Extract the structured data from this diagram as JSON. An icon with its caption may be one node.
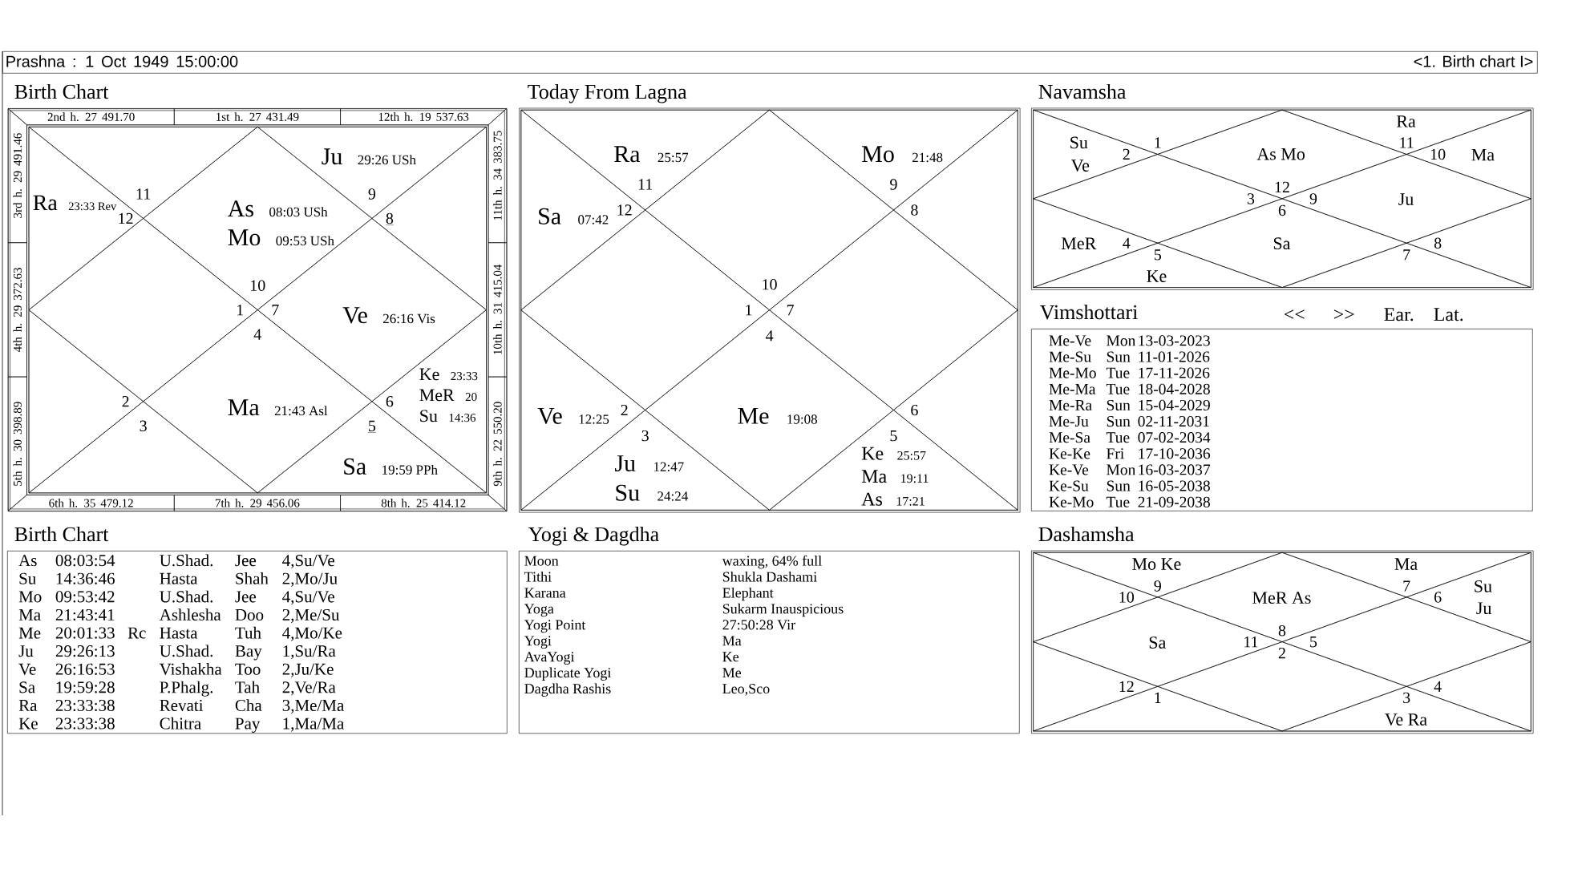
{
  "diagram": {
    "nodes": [
      {
        "text": [
          "Prashna : 1 Oct 1949 15:00:00",
          "<1. Birth chart I>"
        ]
      },
      {
        "text": [
          "Birth Chart"
        ]
      },
      {
        "text": [
          "2nd h. 27 491.70"
        ],
        "in": 1
      },
      {
        "text": [
          "1st h. 27 431.49"
        ],
        "in": 1
      },
      {
        "text": [
          "12th h. 19 537.63"
        ],
        "in": 1
      },
      {
        "text": [
          "3rd h. 29 491.46"
        ],
        "in": 1
      },
      {
        "text": [
          "11th h. 34 383.75"
        ],
        "in": 1
      },
      {
        "text": [
          "4th h. 29 372.63"
        ],
        "in": 1
      },
      {
        "text": [
          "10th h. 31 415.04"
        ],
        "in": 1
      },
      {
        "text": [
          "5th h. 30 398.89"
        ],
        "in": 1
      },
      {
        "text": [
          "9th h. 22 550.20"
        ],
        "in": 1
      },
      {
        "text": [
          "6th h. 35 479.12"
        ],
        "in": 1
      },
      {
        "text": [
          "7th h. 29 456.06"
        ],
        "in": 1
      },
      {
        "text": [
          "8th h. 25 414.12"
        ],
        "in": 1
      },
      {
        "text": [
          "As",
          "08:03 USh",
          "Mo",
          "09:53 USh",
          "10"
        ],
        "in": 1
      },
      {
        "text": [
          "11"
        ],
        "in": 1
      },
      {
        "text": [
          "Ra",
          "23:33 Rev",
          "12"
        ],
        "in": 1
      },
      {
        "text": [
          "1"
        ],
        "in": 1
      },
      {
        "text": [
          "2"
        ],
        "in": 1
      },
      {
        "text": [
          "3"
        ],
        "in": 1
      },
      {
        "text": [
          "4",
          "Ma",
          "21:43 Asl"
        ],
        "in": 1
      },
      {
        "text": [
          "5",
          "Sa",
          "19:59 PPh"
        ],
        "in": 1
      },
      {
        "text": [
          "Ke",
          "23:33",
          "6",
          "MeR",
          "20",
          "Su",
          "14:36"
        ],
        "in": 1
      },
      {
        "text": [
          "7",
          "Ve",
          "26:16 Vis"
        ],
        "in": 1
      },
      {
        "text": [
          "8"
        ],
        "in": 1
      },
      {
        "text": [
          "Ju",
          "29:26 USh",
          "9"
        ],
        "in": 1
      },
      {
        "text": [
          "Today From Lagna"
        ]
      },
      {
        "text": [
          "10"
        ],
        "in": 26
      },
      {
        "text": [
          "Ra",
          "25:57",
          "11"
        ],
        "in": 26
      },
      {
        "text": [
          "Sa",
          "07:42",
          "12"
        ],
        "in": 26
      },
      {
        "text": [
          "1"
        ],
        "in": 26
      },
      {
        "text": [
          "Ve",
          "12:25",
          "2"
        ],
        "in": 26
      },
      {
        "text": [
          "3",
          "Ju",
          "12:47",
          "Su",
          "24:24"
        ],
        "in": 26
      },
      {
        "text": [
          "4",
          "Me",
          "19:08"
        ],
        "in": 26
      },
      {
        "text": [
          "5",
          "Ke",
          "25:57",
          "Ma",
          "19:11",
          "As",
          "17:21"
        ],
        "in": 26
      },
      {
        "text": [
          "6"
        ],
        "in": 26
      },
      {
        "text": [
          "7"
        ],
        "in": 26
      },
      {
        "text": [
          "8"
        ],
        "in": 26
      },
      {
        "text": [
          "Mo",
          "21:48",
          "9"
        ],
        "in": 26
      },
      {
        "text": [
          "Navamsha"
        ]
      },
      {
        "text": [
          "As Mo",
          "12"
        ],
        "in": 39
      },
      {
        "text": [
          "1"
        ],
        "in": 39
      },
      {
        "text": [
          "Su",
          "2",
          "Ve"
        ],
        "in": 39
      },
      {
        "text": [
          "3"
        ],
        "in": 39
      },
      {
        "text": [
          "MeR",
          "4"
        ],
        "in": 39
      },
      {
        "text": [
          "5",
          "Ke"
        ],
        "in": 39
      },
      {
        "text": [
          "6",
          "Sa"
        ],
        "in": 39
      },
      {
        "text": [
          "7"
        ],
        "in": 39
      },
      {
        "text": [
          "8"
        ],
        "in": 39
      },
      {
        "text": [
          "9",
          "Ju"
        ],
        "in": 39
      },
      {
        "text": [
          "10",
          "Ma"
        ],
        "in": 39
      },
      {
        "text": [
          "Ra",
          "11"
        ],
        "in": 39
      },
      {
        "text": [
          "Vimshottari",
          "Me-Ve",
          "Mon",
          "13-03-2023",
          "Me-Su",
          "Sun",
          "11-01-2026",
          "Me-Mo",
          "Tue",
          "17-11-2026",
          "Me-Ma",
          "Tue",
          "18-04-2028",
          "Me-Ra",
          "Sun",
          "15-04-2029",
          "Me-Ju",
          "Sun",
          "02-11-2031",
          "Me-Sa",
          "Tue",
          "07-02-2034",
          "Ke-Ke",
          "Fri",
          "17-10-2036",
          "Ke-Ve",
          "Mon",
          "16-03-2037",
          "Ke-Su",
          "Sun",
          "16-05-2038",
          "Ke-Mo",
          "Tue",
          "21-09-2038"
        ]
      },
      {
        "text": [
          "Birth Chart",
          "As",
          "08:03:54",
          "U.Shad.",
          "Jee",
          "4,Su/Ve",
          "Su",
          "14:36:46",
          "Hasta",
          "Shah",
          "2,Mo/Ju",
          "Mo",
          "09:53:42",
          "U.Shad.",
          "Jee",
          "4,Su/Ve",
          "Ma",
          "21:43:41",
          "Ashlesha",
          "Doo",
          "2,Me/Su",
          "Me",
          "20:01:33",
          "Rc",
          "Hasta",
          "Tuh",
          "4,Mo/Ke",
          "Ju",
          "29:26:13",
          "U.Shad.",
          "Bay",
          "1,Su/Ra",
          "Ve",
          "26:16:53",
          "Vishakha",
          "Too",
          "2,Ju/Ke",
          "Sa",
          "19:59:28",
          "P.Phalg.",
          "Tah",
          "2,Ve/Ra",
          "Ra",
          "23:33:38",
          "Revati",
          "Cha",
          "3,Me/Ma",
          "Ke",
          "23:33:38",
          "Chitra",
          "Pay",
          "1,Ma/Ma"
        ]
      },
      {
        "text": [
          "Yogi & Dagdha",
          "Moon",
          "waxing, 64% full",
          "Tithi",
          "Shukla Dashami",
          "Karana",
          "Elephant",
          "Yoga",
          "Sukarm Inauspicious",
          "Yogi Point",
          "27:50:28 Vir",
          "Yogi",
          "Ma",
          "AvaYogi",
          "Ke",
          "Duplicate Yogi",
          "Me",
          "Dagdha Rashis",
          "Leo,Sco"
        ]
      },
      {
        "text": [
          "Dashamsha"
        ]
      },
      {
        "text": [
          "MeR As",
          "8"
        ],
        "in": 55
      },
      {
        "text": [
          "Mo Ke",
          "9"
        ],
        "in": 55
      },
      {
        "text": [
          "10"
        ],
        "in": 55
      },
      {
        "text": [
          "Sa",
          "11"
        ],
        "in": 55
      },
      {
        "text": [
          "12"
        ],
        "in": 55
      },
      {
        "text": [
          "1"
        ],
        "in": 55
      },
      {
        "text": [
          "2"
        ],
        "in": 55
      },
      {
        "text": [
          "3",
          "Ve Ra"
        ],
        "in": 55
      },
      {
        "text": [
          "4"
        ],
        "in": 55
      },
      {
        "text": [
          "5"
        ],
        "in": 55
      },
      {
        "text": [
          "Su",
          "6",
          "Ju"
        ],
        "in": 55
      },
      {
        "text": [
          "Ma",
          "7"
        ],
        "in": 55
      }
    ],
    "labels": [
      "<<",
      ">>",
      "Ear.",
      "Lat."
    ]
  }
}
